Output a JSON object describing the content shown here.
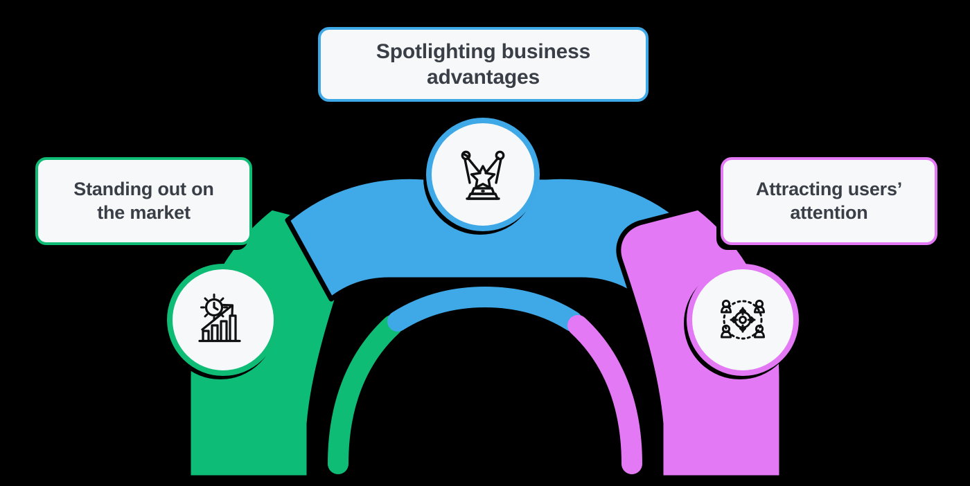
{
  "diagram": {
    "title_card": {
      "id": "spotlighting-business-advantages",
      "label": "Spotlighting business advantages",
      "color": "#3FA9E8",
      "icon": "spotlight-stage-icon"
    },
    "background_color": "#000000",
    "card_background": "#F7F8FA",
    "text_color": "#3A3F47",
    "steps": [
      {
        "id": "standing-out",
        "label": "Standing out on\nthe market",
        "line1": "Standing out on",
        "line2": "the market",
        "color": "#0FBC76",
        "icon": "growth-bar-chart-icon",
        "position": "left"
      },
      {
        "id": "spotlighting",
        "label": "Spotlighting business advantages",
        "line1": "Spotlighting business advantages",
        "line2": "",
        "color": "#3FA9E8",
        "icon": "spotlight-stage-icon",
        "position": "center"
      },
      {
        "id": "attracting-users",
        "label": "Attracting users’\nattention",
        "line1": "Attracting users’",
        "line2": "attention",
        "color": "#E379F5",
        "icon": "audience-target-icon",
        "position": "right"
      }
    ],
    "arch": {
      "segments": [
        {
          "id": "arch-segment-left",
          "color": "#0FBC76"
        },
        {
          "id": "arch-segment-center",
          "color": "#3FA9E8"
        },
        {
          "id": "arch-segment-right",
          "color": "#E379F5"
        }
      ],
      "inner_arcs": [
        {
          "id": "inner-arc-left",
          "color": "#0FBC76"
        },
        {
          "id": "inner-arc-center",
          "color": "#3FA9E8"
        },
        {
          "id": "inner-arc-right",
          "color": "#E379F5"
        }
      ],
      "outline_color": "#000000"
    }
  }
}
